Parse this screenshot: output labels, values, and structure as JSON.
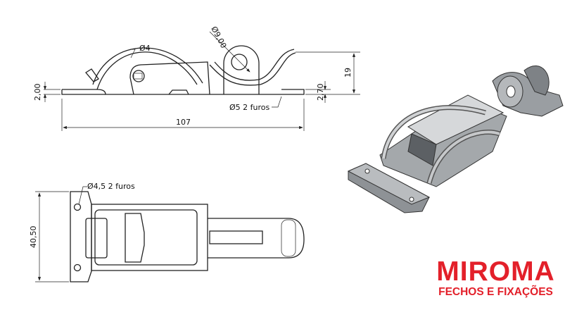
{
  "side_view": {
    "dim_wire": "Ø4",
    "dim_eye": "Ø9,00",
    "dim_holes": "Ø5  2 furos",
    "dim_length": "107",
    "dim_plate_thickness": "2,00",
    "dim_base_height": "2,70",
    "dim_height": "19"
  },
  "top_view": {
    "dim_holes": "Ø4,5  2 furos",
    "dim_width": "40,50"
  },
  "logo": {
    "name": "MIROMA",
    "tagline": "FECHOS E FIXAÇÕES",
    "color": "#e3202a"
  }
}
